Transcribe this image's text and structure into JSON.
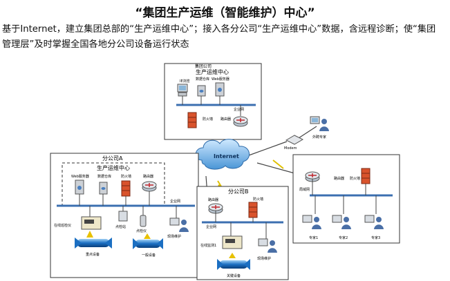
{
  "header": {
    "title": "“集团生产运维（智能维护）中心”",
    "description": "基于Internet，建立集团总部的“生产运维中心”；接入各分公司“生产运维中心”数据，含远程诊断；使“集团管理层”及时掌握全国各地分公司设备运行状态"
  },
  "hq": {
    "label_company": "集团公司",
    "label_center": "生产运维中心",
    "ie": "IE浏览",
    "db": "数据仓库",
    "web": "Web服务器",
    "lan": "企业网",
    "firewall": "防火墙",
    "router": "路由器"
  },
  "internet": "Internet",
  "modem": "Modem",
  "external_expert": "外聘专家",
  "branch_a": {
    "name": "分公司A",
    "center": "生产运维中心",
    "web": "Web服务器",
    "db": "数据仓库",
    "firewall": "防火墙",
    "router": "路由器",
    "lan": "企业网",
    "monitor": "在线巡检仪",
    "station": "点检站",
    "checker": "点检仪",
    "field": "现场维护",
    "key_equipment": "重点设备",
    "general_equipment": "一般设备"
  },
  "branch_b": {
    "name": "分公司B",
    "router": "路由器",
    "firewall": "防火墙",
    "lan": "企业网",
    "monitor": "在线监测1",
    "field": "现场维护",
    "key_equipment": "关键设备"
  },
  "experts": {
    "router": "路由器",
    "firewall": "防火墙",
    "lan": "局域网",
    "expert1": "专家1",
    "expert2": "专家2",
    "expert3": "专家3"
  }
}
